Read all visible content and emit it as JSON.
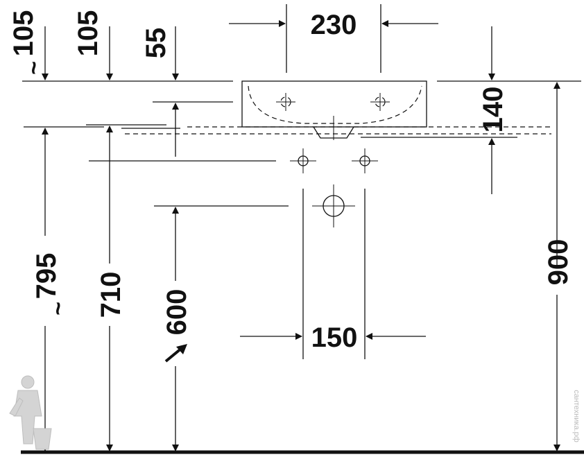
{
  "dimensions": {
    "width_top": "230",
    "depth_top": "140",
    "left_105_a": "105",
    "tilde_a": "~",
    "left_105_b": "105",
    "left_55": "55",
    "height_795": "795",
    "tilde_795": "~",
    "height_710": "710",
    "height_600": "600",
    "spacing_150": "150",
    "height_900": "900"
  },
  "watermark": "сантехника.рф",
  "colors": {
    "line": "#111111",
    "background": "#ffffff",
    "watermark": "#bbbbbb"
  }
}
